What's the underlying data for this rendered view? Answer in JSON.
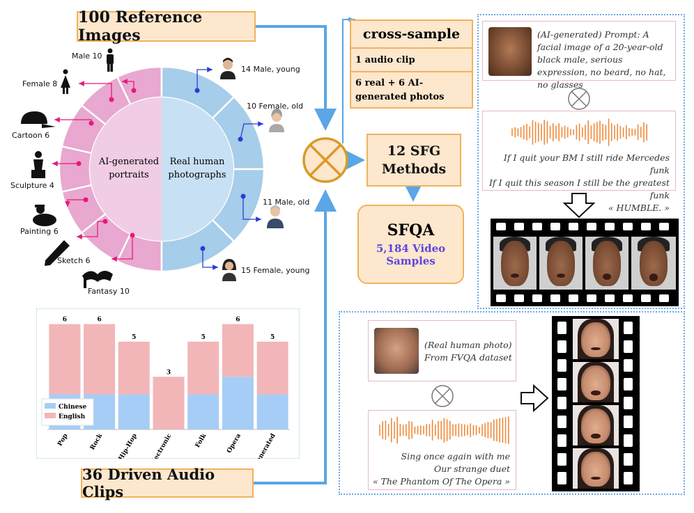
{
  "reference": {
    "title": "100 Reference Images",
    "ai_label_1": "AI-generated",
    "ai_label_2": "portraits",
    "real_label_1": "Real human",
    "real_label_2": "photographs",
    "ai_categories": [
      {
        "label": "Male 10",
        "icon": "male-icon"
      },
      {
        "label": "Female 8",
        "icon": "female-icon"
      },
      {
        "label": "Cartoon 6",
        "icon": "cap-icon"
      },
      {
        "label": "Sculpture 4",
        "icon": "sculpture-icon"
      },
      {
        "label": "Painting 6",
        "icon": "palette-icon"
      },
      {
        "label": "Sketch 6",
        "icon": "pencil-icon"
      },
      {
        "label": "Fantasy 10",
        "icon": "mask-icon"
      }
    ],
    "real_categories": [
      {
        "label": "14 Male, young",
        "icon": "young-man-icon"
      },
      {
        "label": "10 Female, old",
        "icon": "old-woman-icon"
      },
      {
        "label": "11 Male, old",
        "icon": "old-man-icon"
      },
      {
        "label": "15 Female, young",
        "icon": "young-woman-icon"
      }
    ],
    "colors": {
      "ai": "#e8a8cf",
      "real": "#a6cde9"
    }
  },
  "audio": {
    "title": "36 Driven Audio Clips"
  },
  "chart_data": {
    "type": "bar",
    "categories": [
      "Pop",
      "Rock",
      "Hip-Hop",
      "Electronic",
      "Folk",
      "Opera",
      "AI-generated"
    ],
    "totals": [
      "6",
      "6",
      "5",
      "3",
      "5",
      "6",
      "5"
    ],
    "series": [
      {
        "name": "Chinese",
        "values": [
          2,
          2,
          2,
          0,
          2,
          3,
          2
        ],
        "color": "#a6cdf6"
      },
      {
        "name": "English",
        "values": [
          4,
          4,
          3,
          3,
          3,
          3,
          3
        ],
        "color": "#f2b6b8"
      }
    ],
    "ylim": [
      0,
      6.5
    ],
    "legend": "bottom-left",
    "grid": false
  },
  "flow": {
    "cross_title": "cross-sample",
    "cross_item_1": "1 audio clip",
    "cross_item_2": "6 real + 6 AI-generated photos",
    "sfg_line_1": "12 SFG",
    "sfg_line_2": "Methods",
    "sfqa_title": "SFQA",
    "sfqa_count": "5,184 Video",
    "sfqa_unit": "Samples"
  },
  "example1": {
    "prompt": "(AI-generated) Prompt: A facial image of a 20-year-old black male, serious expression, no beard, no hat, no glasses",
    "lyric_1": "If I quit your BM I still ride Mercedes funk",
    "lyric_2": "If I quit this season I still be the greatest funk",
    "lyric_3": "« HUMBLE. »"
  },
  "example2": {
    "caption_1": "(Real human photo)",
    "caption_2": "From FVQA dataset",
    "lyric_1": "Sing once again with me",
    "lyric_2": "Our strange duet",
    "lyric_3": "« The Phantom Of The Opera »"
  },
  "colors": {
    "arrow": "#5aa6e6",
    "accent": "#f0b25c",
    "sfqa_text": "#5a46e0",
    "wave": "#f08a3a",
    "pink_link": "#e6197a",
    "blue_link": "#2a3bd6"
  }
}
